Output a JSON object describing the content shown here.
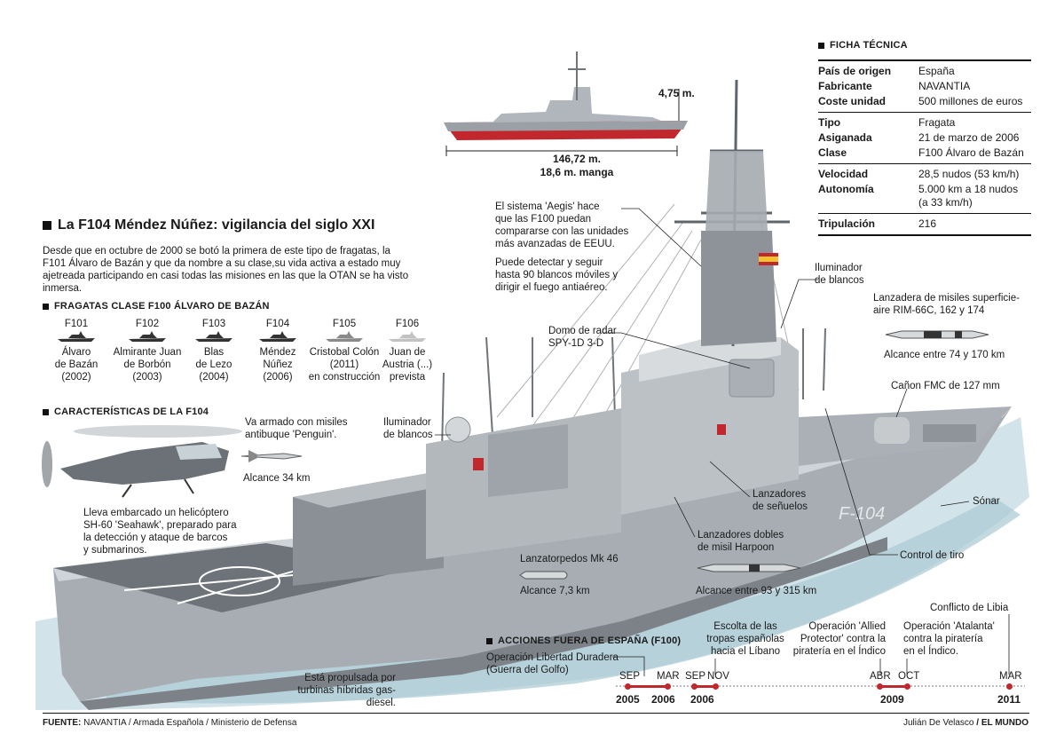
{
  "title": "La F104 Méndez Núñez: vigilancia del siglo XXI",
  "intro": "Desde que en octubre de 2000 se botó la primera de este tipo de fragatas, la F101 Álvaro de Bazán y que da nombre a su clase,su vida activa a estado muy ajetreada participando en casi todas las misiones en las que la OTAN se ha visto inmersa.",
  "fragatas": {
    "heading": "FRAGATAS CLASE F100 ÁLVARO DE BAZÁN",
    "items": [
      {
        "code": "F101",
        "l1": "Álvaro",
        "l2": "de Bazán",
        "l3": "(2002)"
      },
      {
        "code": "F102",
        "l1": "Almirante Juan",
        "l2": "de Borbón",
        "l3": "(2003)"
      },
      {
        "code": "F103",
        "l1": "Blas",
        "l2": "de Lezo",
        "l3": "(2004)"
      },
      {
        "code": "F104",
        "l1": "Méndez",
        "l2": "Núñez",
        "l3": "(2006)"
      },
      {
        "code": "F105",
        "l1": "Cristobal Colón",
        "l2": "(2011)",
        "l3": "en construcción"
      },
      {
        "code": "F106",
        "l1": "Juan de",
        "l2": "Austria (...)",
        "l3": "prevista"
      }
    ]
  },
  "caracteristicas": {
    "heading": "CARACTERÍSTICAS DE LA F104",
    "penguin_1": "Va armado con misiles",
    "penguin_2": "antibuque 'Penguin'.",
    "alcance_penguin": "Alcance 34 km",
    "heli_1": "Lleva embarcado un helicóptero",
    "heli_2": "SH-60 'Seahawk', preparado para",
    "heli_3": "la detección y ataque de barcos",
    "heli_4": "y submarinos."
  },
  "dims": {
    "height": "4,75 m.",
    "length": "146,72 m.",
    "beam": "18,6 m. manga"
  },
  "ficha": {
    "heading": "FICHA TÉCNICA",
    "groups": [
      [
        {
          "k": "País de origen",
          "v": "España"
        },
        {
          "k": "Fabricante",
          "v": "NAVANTIA"
        },
        {
          "k": "Coste unidad",
          "v": "500 millones de euros"
        }
      ],
      [
        {
          "k": "Tipo",
          "v": "Fragata"
        },
        {
          "k": "Asiganada",
          "v": "21 de marzo de 2006"
        },
        {
          "k": "Clase",
          "v": "F100 Álvaro de Bazán"
        }
      ],
      [
        {
          "k": "Velocidad",
          "v": "28,5 nudos (53 km/h)"
        },
        {
          "k": "Autonomía",
          "v": "5.000 km a 18 nudos (a 33 km/h)"
        }
      ],
      [
        {
          "k": "Tripulación",
          "v": "216"
        }
      ]
    ]
  },
  "aegis": {
    "l1": "El sistema 'Aegis' hace",
    "l2": "que las F100 puedan",
    "l3": "compararse con las unidades",
    "l4": "más avanzadas de EEUU.",
    "m1": "Puede detectar y seguir",
    "m2": "hasta 90 blancos móviles y",
    "m3": "dirigir el fuego antiaéreo."
  },
  "labels": {
    "iluminador_1a": "Iluminador",
    "iluminador_1b": "de blancos",
    "iluminador_2a": "Iluminador",
    "iluminador_2b": "de blancos",
    "domo_a": "Domo de radar",
    "domo_b": "SPY-1D 3-D",
    "rim_a": "Lanzadera de misiles superficie-",
    "rim_b": "aire RIM-66C, 162 y 174",
    "alcance_rim": "Alcance entre 74 y 170 km",
    "canon": "Cañon FMC de 127 mm",
    "senuelos_a": "Lanzadores",
    "senuelos_b": "de señuelos",
    "sonar": "Sónar",
    "harpoon_a": "Lanzadores dobles",
    "harpoon_b": "de  misil Harpoon",
    "alcance_harpoon": "Alcance entre 93 y 315 km",
    "control": "Control de tiro",
    "torpedos": "Lanzatorpedos Mk 46",
    "alcance_torpedos": "Alcance 7,3 km",
    "propulsion_a": "Está propulsada por",
    "propulsion_b": "turbinas híbridas gas-diesel."
  },
  "acciones": {
    "heading": "ACCIONES FUERA DE ESPAÑA (F100)",
    "e1a": "Operación Libertad Duradera",
    "e1b": "(Guerra del Golfo)",
    "e2a": "Escolta de las",
    "e2b": "tropas españolas",
    "e2c": "hacia el Líbano",
    "e3a": "Operación 'Allied",
    "e3b": "Protector' contra la",
    "e3c": "piratería en el Índico",
    "e4a": "Operación 'Atalanta'",
    "e4b": "contra la piratería",
    "e4c": "en el Índico.",
    "e5": "Conflicto de Libia",
    "months": [
      "SEP",
      "MAR",
      "SEP",
      "NOV",
      "ABR",
      "OCT",
      "MAR"
    ],
    "years": [
      "2005",
      "2006",
      "2006",
      "2009",
      "2011"
    ]
  },
  "footer": {
    "fuente_label": "FUENTE:",
    "fuente": "NAVANTIA / Armada Española / Ministerio de Defensa",
    "author": "Julián De Velasco",
    "brand": "EL MUNDO"
  },
  "ship_marks": {
    "bow_number": "F-104"
  },
  "colors": {
    "accent": "#c0282d",
    "hull": "#9aa0a6",
    "sea": "#9fc1cc"
  }
}
